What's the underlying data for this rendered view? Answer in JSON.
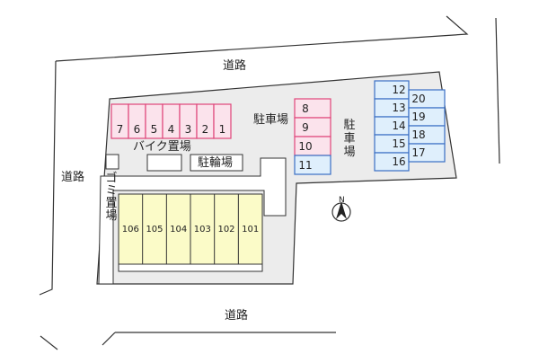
{
  "roads": {
    "top": "道路",
    "left": "道路",
    "bottom": "道路"
  },
  "areas": {
    "parking_center_label": "駐車場",
    "parking_right_label": "駐車場",
    "bike_label": "バイク置場",
    "bicycle_label": "駐輪場",
    "garbage_label": "ゴミ置場"
  },
  "compass": {
    "label": "N",
    "icon": "north-arrow-icon"
  },
  "parking_pink_top": [
    "7",
    "6",
    "5",
    "4",
    "3",
    "2",
    "1"
  ],
  "parking_pink_center": [
    "8",
    "9",
    "10"
  ],
  "parking_blue_center": [
    "11"
  ],
  "parking_blue_right_left": [
    "12",
    "13",
    "14",
    "15",
    "16"
  ],
  "parking_blue_right_right": [
    "20",
    "19",
    "18",
    "17"
  ],
  "units": [
    "106",
    "105",
    "104",
    "103",
    "102",
    "101"
  ],
  "colors": {
    "pink_fill": "#fbe3ec",
    "pink_border": "#e0457a",
    "blue_fill": "#dfeffc",
    "blue_border": "#3a6fc4",
    "building_fill": "#fbfbc8",
    "site_fill": "#ececec",
    "line": "#333333"
  }
}
